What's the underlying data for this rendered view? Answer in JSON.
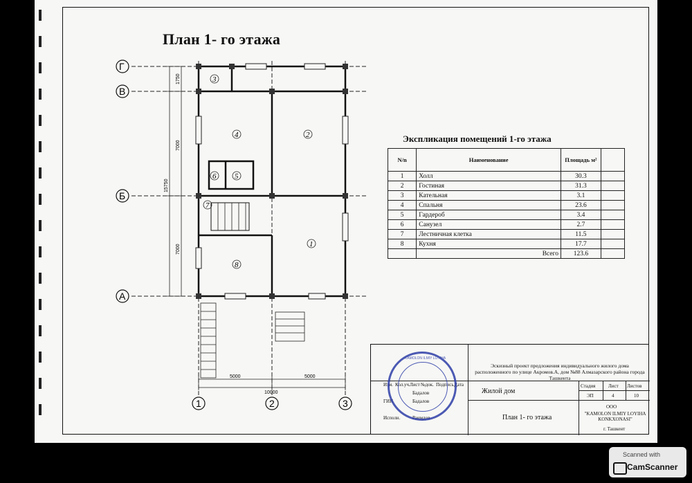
{
  "page": {
    "title": "План 1- го этажа"
  },
  "plan": {
    "axes_letters": [
      "Г",
      "В",
      "Б",
      "А"
    ],
    "axes_numbers": [
      "1",
      "2",
      "3"
    ],
    "dims_vertical": [
      "1750",
      "7000",
      "15750",
      "7000"
    ],
    "dims_horizontal": [
      "5000",
      "5000",
      "10000"
    ],
    "rooms": [
      "1",
      "2",
      "3",
      "4",
      "5",
      "6",
      "7",
      "8"
    ]
  },
  "explication": {
    "title": "Экспликация помещений 1-го этажа",
    "headers": {
      "num": "N/n",
      "name": "Наименование",
      "area": "Площадь м²"
    },
    "rows": [
      {
        "num": "1",
        "name": "Холл",
        "area": "30.3"
      },
      {
        "num": "2",
        "name": "Гостиная",
        "area": "31.3"
      },
      {
        "num": "3",
        "name": "Кательная",
        "area": "3.1"
      },
      {
        "num": "4",
        "name": "Спальня",
        "area": "23.6"
      },
      {
        "num": "5",
        "name": "Гардероб",
        "area": "3.4"
      },
      {
        "num": "6",
        "name": "Санузел",
        "area": "2.7"
      },
      {
        "num": "7",
        "name": "Лестничная клетка",
        "area": "11.5"
      },
      {
        "num": "8",
        "name": "Кухня",
        "area": "17.7"
      }
    ],
    "total_label": "Всего",
    "total_value": "123.6"
  },
  "title_block": {
    "description": "Эскизный проект предложения индивидуального жилого дома расположенного по улице Акромов.А, дом №88 Алмазарского района города Ташкента",
    "object_name": "Жилой дом",
    "sheet_name": "План 1- го этажа",
    "col_headers": [
      "Изм.",
      "Кол.уч.",
      "Лист",
      "№док.",
      "Подпись",
      "Дата"
    ],
    "roles": [
      "ГИП",
      "Исполн."
    ],
    "people": [
      "Бадалов",
      "Бадалов",
      "Раимдов"
    ],
    "stage_label": "Стадия",
    "sheet_label": "Лист",
    "sheets_label": "Листов",
    "stage": "ЭП",
    "sheet": "4",
    "sheets": "10",
    "org_line1": "ООО",
    "org_line2": "\"KAMOLON ILMIY LOYIHA KONKXONASI\"",
    "org_line3": "г. Ташкент"
  },
  "stamp": {
    "text": "KAMOLON ILMIY LOYIHA"
  },
  "watermark": {
    "line1": "Scanned with",
    "line2": "CamScanner"
  }
}
